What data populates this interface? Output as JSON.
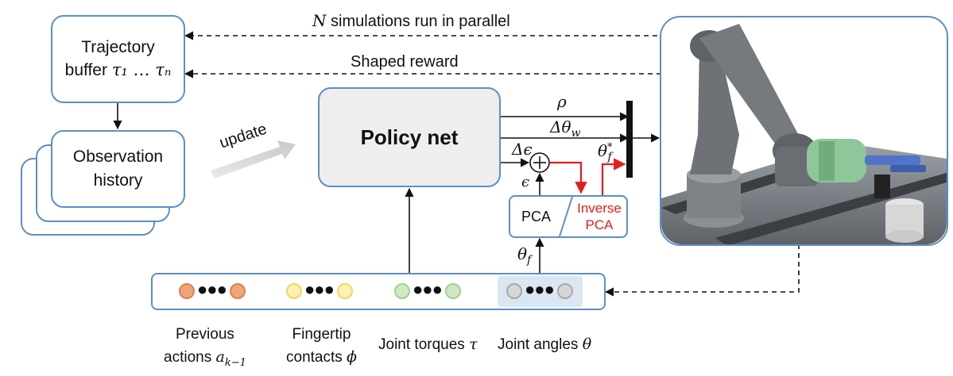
{
  "top_arrows": {
    "parallel_prefix": "N",
    "parallel_text": " simulations run in parallel",
    "shaped_reward": "Shaped reward"
  },
  "trajectory_buffer": {
    "line1": "Trajectory",
    "line2_prefix": "buffer ",
    "line2_math": "τ₁ … τₙ"
  },
  "observation_history": {
    "line1": "Observation",
    "line2": "history"
  },
  "update_label": "update",
  "policy_net": "Policy net",
  "outputs": {
    "rho": "ρ",
    "delta_theta_w": "Δθ_w",
    "delta_epsilon": "Δϵ",
    "theta_f_star": "θ*_f",
    "epsilon": "ϵ",
    "theta_f": "θ_f"
  },
  "pca": {
    "pca_label": "PCA",
    "inverse_line1": "Inverse",
    "inverse_line2": "PCA"
  },
  "observation_groups": [
    {
      "label_line1": "Previous",
      "label_line2": "actions ",
      "math": "a_{k−1}",
      "color": "#f0a47a",
      "border": "#e07f4f"
    },
    {
      "label_line1": "Fingertip",
      "label_line2": "contacts ",
      "math": "ϕ",
      "color": "#fdf0b0",
      "border": "#f3d46a"
    },
    {
      "label_line1": "Joint torques ",
      "label_line2": "",
      "math": "τ",
      "color": "#cfe9c6",
      "border": "#9fd18d"
    },
    {
      "label_line1": "Joint angles ",
      "label_line2": "",
      "math": "θ",
      "color": "#d6d6d6",
      "border": "#a8a8a8"
    }
  ],
  "colors": {
    "box_border": "#5b8fc7",
    "policy_fill": "#eeeeee",
    "inverse_text": "#e11d1d",
    "red_arrow": "#e11d1d",
    "highlight": "#dbe6f3"
  }
}
